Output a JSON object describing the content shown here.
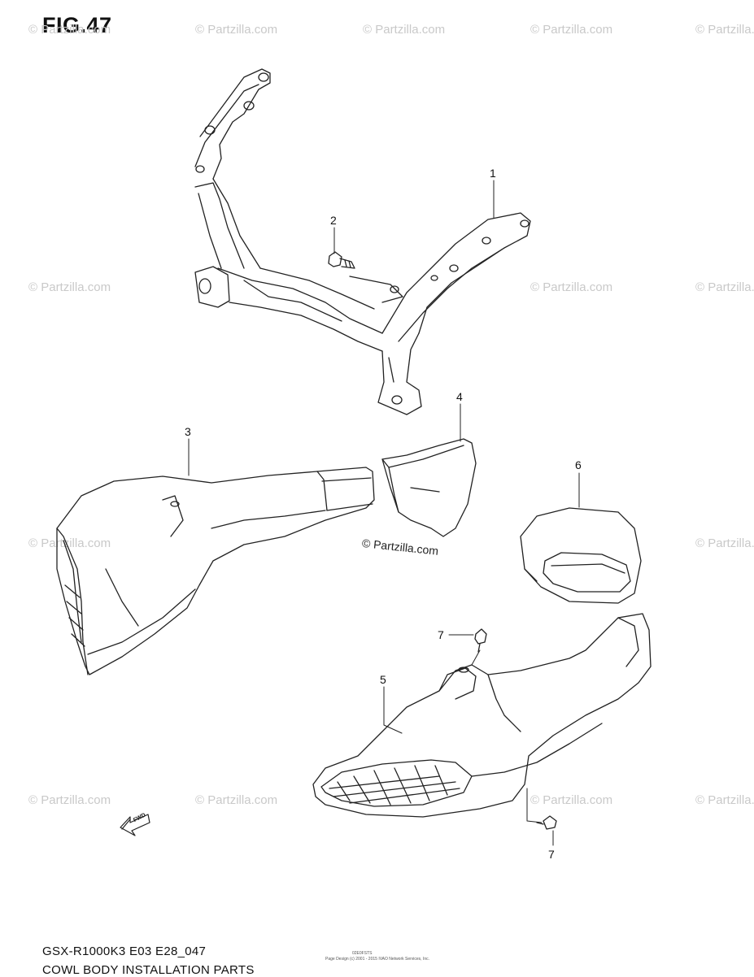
{
  "header": {
    "fig_label": "FIG.47"
  },
  "watermark": {
    "text": "© Partzilla.com"
  },
  "center_credit": "© Partzilla.com",
  "callouts": {
    "c1": "1",
    "c2": "2",
    "c3": "3",
    "c4": "4",
    "c5": "5",
    "c6": "6",
    "c7a": "7",
    "c7b": "7"
  },
  "icons": {
    "direction_arrow": "front-direction-arrow-icon",
    "direction_text": "FWD"
  },
  "footer": {
    "model_code": "GSX-R1000K3 E03 E28_047",
    "caption": "COWL BODY INSTALLATION PARTS",
    "tiny_code": "02E0FSTS",
    "tiny_print": "Page Design (c) 2001 - 2015 IVAO Network Services, Inc."
  }
}
